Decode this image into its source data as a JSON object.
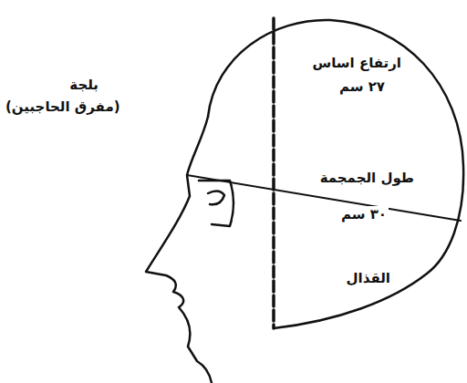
{
  "diagram": {
    "labels": [
      "بلجة",
      "(مفرق الحاجبين)",
      "ارتفاع اساس",
      "٢٧ سم",
      "طول الجمجمة",
      "٣٠ سم",
      "القذال"
    ]
  }
}
